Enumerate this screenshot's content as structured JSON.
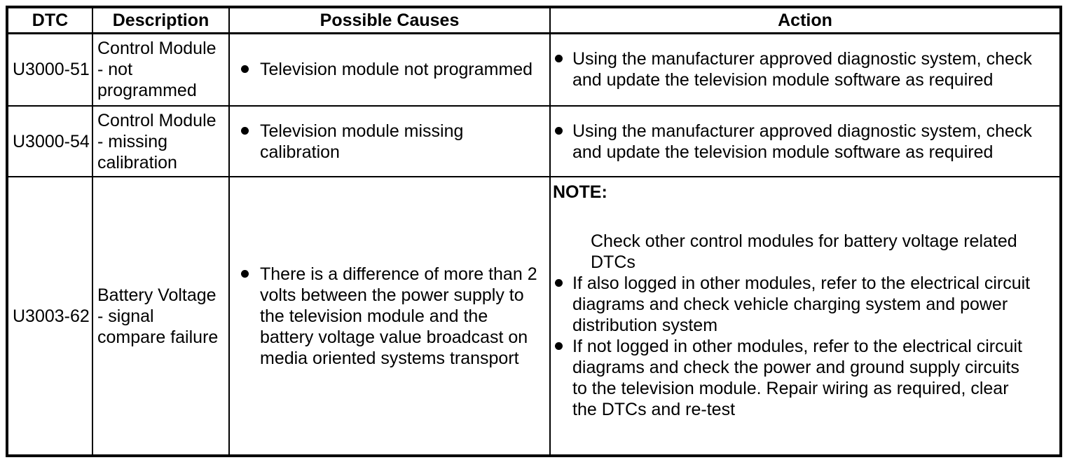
{
  "page": {
    "background": "#ffffff",
    "border_color": "#000000",
    "text_color": "#000000"
  },
  "table": {
    "headers": [
      "DTC",
      "Description",
      "Possible Causes",
      "Action"
    ],
    "rows": [
      {
        "dtc": "U3000-51",
        "description": "Control Module - not programmed",
        "causes": [
          "Television module not programmed"
        ],
        "actions": [
          "Using the manufacturer approved diagnostic system, check and update the television module software as required"
        ]
      },
      {
        "dtc": "U3000-54",
        "description": "Control Module - missing calibration",
        "causes": [
          "Television module missing calibration"
        ],
        "actions": [
          "Using the manufacturer approved diagnostic system, check and update the television module software as required"
        ]
      },
      {
        "dtc": "U3003-62",
        "description": "Battery Voltage - signal compare failure",
        "causes": [
          "There is a difference of more than 2 volts between the power supply to the television module and the battery voltage value broadcast on media oriented systems transport"
        ],
        "note": {
          "label": "NOTE:",
          "body": "Check other control modules for battery voltage related DTCs"
        },
        "actions": [
          "If also logged in other modules, refer to the electrical circuit diagrams and check vehicle charging system and power distribution system",
          "If not logged in other modules, refer to the electrical circuit diagrams and check the power and ground supply circuits to the television module. Repair wiring as required, clear the DTCs and re-test"
        ]
      }
    ]
  }
}
